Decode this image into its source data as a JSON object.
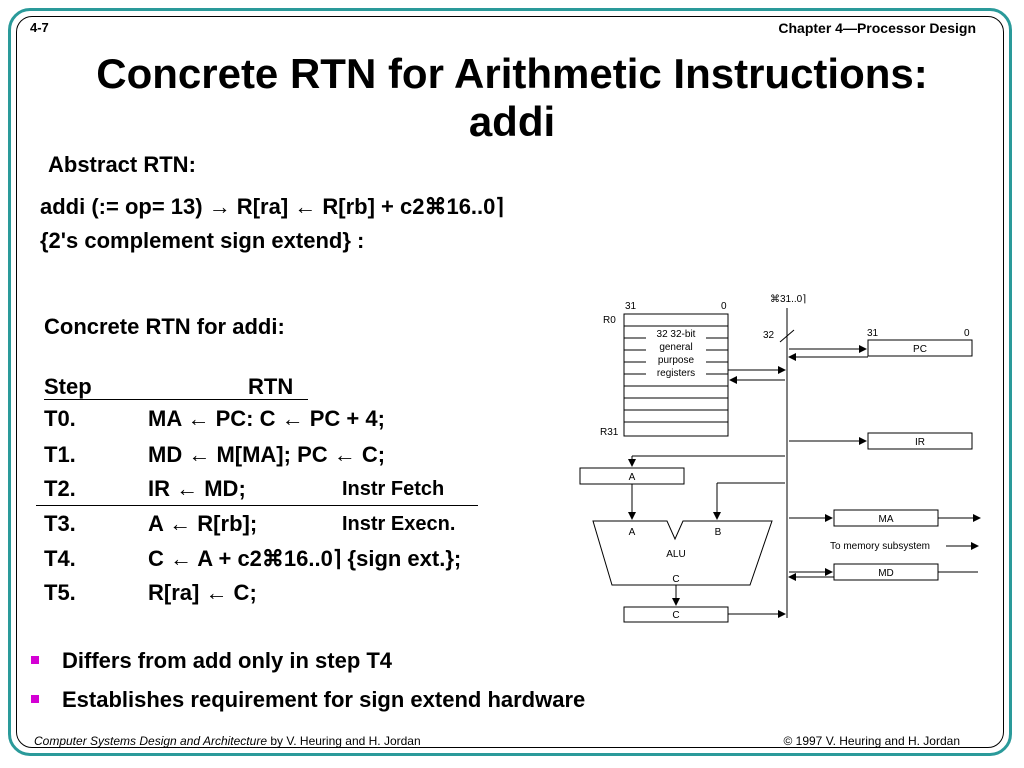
{
  "header": {
    "slide_number": "4-7",
    "chapter": "Chapter 4—Processor Design"
  },
  "title": {
    "line1": "Concrete RTN for Arithmetic Instructions:",
    "line2": "addi"
  },
  "abstract": {
    "label": "Abstract RTN:",
    "line1": "addi (:= op= 13) → R[ra] ← R[rb] + c2⌘16..0⌉",
    "line2": "{2's complement  sign extend} :"
  },
  "concrete": {
    "label": "Concrete RTN for addi:",
    "header_step": "Step",
    "header_rtn": "RTN",
    "steps": [
      {
        "step": "T0.",
        "rtn": "MA ←  PC:  C ← PC + 4;",
        "note": ""
      },
      {
        "step": "T1.",
        "rtn": "MD ←  M[MA];  PC ←  C;",
        "note": ""
      },
      {
        "step": "T2.",
        "rtn": "IR ← MD;",
        "note": "Instr Fetch"
      },
      {
        "step": "T3.",
        "rtn": "A ← R[rb];",
        "note": "Instr Execn."
      },
      {
        "step": "T4.",
        "rtn": "C ← A +  c2⌘16..0⌉ {sign ext.};",
        "note": ""
      },
      {
        "step": "T5.",
        "rtn": "R[ra] ← C;",
        "note": ""
      }
    ]
  },
  "bullets": [
    "Differs from add only in step T4",
    "Establishes requirement for sign extend hardware"
  ],
  "diagram": {
    "bus_label": "⌘31..0⌉",
    "bus_width": "32",
    "reg_file_bit_high": "31",
    "reg_file_bit_low": "0",
    "reg_file_top": "R0",
    "reg_file_bottom": "R31",
    "reg_file_desc": [
      "32 32-bit",
      "general",
      "purpose",
      "registers"
    ],
    "pc_bit_high": "31",
    "pc_bit_low": "0",
    "pc": "PC",
    "ir": "IR",
    "a_reg": "A",
    "alu_a": "A",
    "alu_b": "B",
    "alu": "ALU",
    "alu_c": "C",
    "c_reg": "C",
    "ma": "MA",
    "memory_label": "To memory subsystem",
    "md": "MD"
  },
  "footer": {
    "book_title": "Computer Systems Design and Architecture",
    "book_authors": " by V. Heuring and H. Jordan",
    "copyright": "© 1997 V. Heuring and H. Jordan"
  }
}
